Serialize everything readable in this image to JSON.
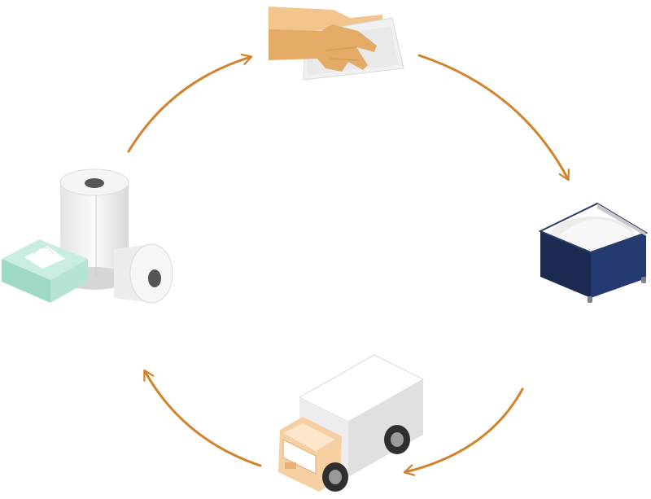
{
  "diagram": {
    "type": "cycle",
    "nodes": [
      {
        "id": "hand-drying",
        "icon": "hand-with-paper-towel-icon"
      },
      {
        "id": "collection",
        "icon": "collection-bin-icon"
      },
      {
        "id": "transport",
        "icon": "delivery-truck-icon"
      },
      {
        "id": "new-products",
        "icon": "tissue-and-paper-rolls-icon"
      }
    ],
    "edges": [
      {
        "from": "hand-drying",
        "to": "collection"
      },
      {
        "from": "collection",
        "to": "transport"
      },
      {
        "from": "transport",
        "to": "new-products"
      },
      {
        "from": "new-products",
        "to": "hand-drying"
      }
    ],
    "colors": {
      "arrow": "#d3822c",
      "bin": "#22325e",
      "truck_cab": "#f8cf9f",
      "truck_box": "#e6e6e6",
      "tissue_box": "#a6dccb",
      "skin": "#e8b77c"
    }
  }
}
